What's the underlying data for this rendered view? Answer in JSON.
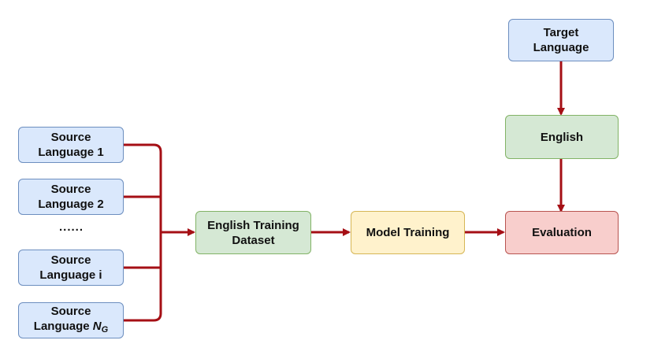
{
  "nodes": {
    "source_1": {
      "line1": "Source",
      "line2": "Language 1"
    },
    "source_2": {
      "line1": "Source",
      "line2": "Language 2"
    },
    "ellipsis": "......",
    "source_i": {
      "line1": "Source",
      "line2": "Language i"
    },
    "source_ng": {
      "line1": "Source",
      "line2": "Language ",
      "math_base": "N",
      "math_sub": "G"
    },
    "english_training": {
      "line1": "English Training",
      "line2": "Dataset"
    },
    "model_training": {
      "label": "Model Training"
    },
    "evaluation": {
      "label": "Evaluation"
    },
    "target_language": {
      "line1": "Target",
      "line2": "Language"
    },
    "english": {
      "label": "English"
    }
  },
  "colors": {
    "edge": "#a50f15",
    "source_fill": "#dae8fc",
    "source_border": "#6c8ebf",
    "dataset_fill": "#d5e8d4",
    "model_fill": "#fff2cc",
    "evaluation_fill": "#f8cecc"
  }
}
